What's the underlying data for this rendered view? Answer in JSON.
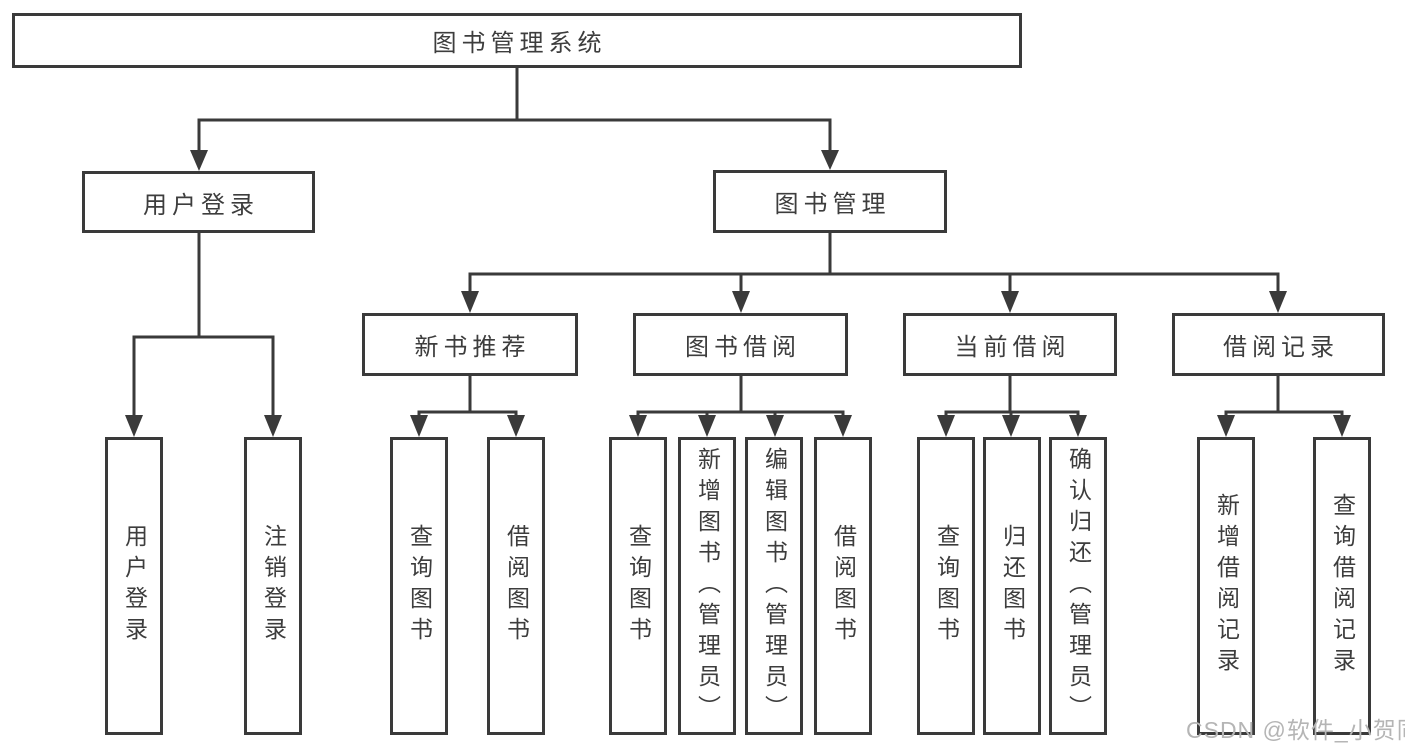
{
  "tree": {
    "root": {
      "label": "图书管理系统",
      "children": [
        {
          "label": "用户登录",
          "children": [
            {
              "label": "用户登录"
            },
            {
              "label": "注销登录"
            }
          ]
        },
        {
          "label": "图书管理",
          "children": [
            {
              "label": "新书推荐",
              "children": [
                {
                  "label": "查询图书"
                },
                {
                  "label": "借阅图书"
                }
              ]
            },
            {
              "label": "图书借阅",
              "children": [
                {
                  "label": "查询图书"
                },
                {
                  "label": "新增图书（管理员）"
                },
                {
                  "label": "编辑图书（管理员）"
                },
                {
                  "label": "借阅图书"
                }
              ]
            },
            {
              "label": "当前借阅",
              "children": [
                {
                  "label": "查询图书"
                },
                {
                  "label": "归还图书"
                },
                {
                  "label": "确认归还（管理员）"
                }
              ]
            },
            {
              "label": "借阅记录",
              "children": [
                {
                  "label": "新增借阅记录"
                },
                {
                  "label": "查询借阅记录"
                }
              ]
            }
          ]
        }
      ]
    }
  },
  "watermark": {
    "text": "CSDN @软件_小贺同学"
  },
  "colors": {
    "line": "#3a3a3a",
    "text": "#3d3d3d",
    "background": "#ffffff",
    "watermark": "#b5b5b5"
  }
}
